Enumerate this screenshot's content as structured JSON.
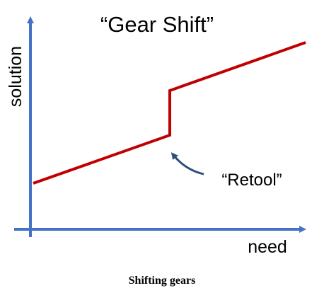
{
  "diagram": {
    "title": "“Gear Shift”",
    "x_axis_label": "need",
    "y_axis_label": "solution",
    "annotation": "“Retool”",
    "caption": "Shifting gears"
  },
  "colors": {
    "axis": "#4472c4",
    "curve": "#c00000",
    "annotation_arrow": "#2f4f7f",
    "text": "#000000",
    "background": "#ffffff"
  }
}
